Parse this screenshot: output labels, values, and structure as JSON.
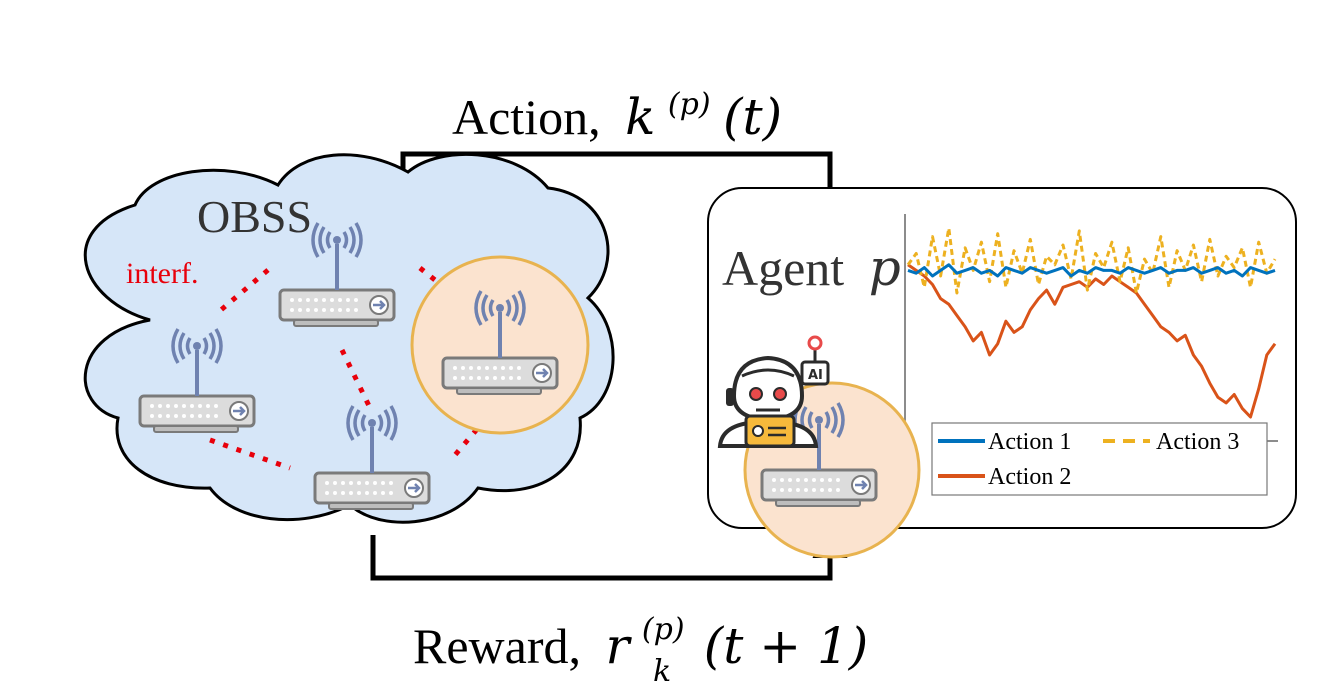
{
  "labels": {
    "action_word": "Action,",
    "action_symbol": "k",
    "action_superscript": "(p)",
    "action_argument": "(t)",
    "reward_word": "Reward,",
    "reward_symbol": "r",
    "reward_superscript": "(p)",
    "reward_subscript": "k",
    "reward_argument": "(t + 1)",
    "obss": "OBSS",
    "interference": "interf.",
    "agent_word": "Agent",
    "agent_symbol": "p",
    "robot_chip_text": "AI"
  },
  "colors": {
    "cloud_fill": "#d6e6f8",
    "cloud_stroke": "#000000",
    "agent_circle_fill": "#fbe3cf",
    "agent_circle_stroke": "#e8b34f",
    "interference": "#e8000b",
    "router_body": "#dcdcdc",
    "antenna": "#6f82b0",
    "robot_dark": "#2b2b2b",
    "robot_accent": "#f6b93b",
    "robot_red": "#e84a4a",
    "action_1": "#0072bd",
    "action_2": "#d95319",
    "action_3": "#edb120"
  },
  "chart_data": {
    "type": "line",
    "title": "",
    "xlabel": "",
    "ylabel": "",
    "axes_ticks_visible": false,
    "legend_location": "bottom-right",
    "legend_columns": 2,
    "series": [
      {
        "name": "Action 1",
        "color": "#0072bd",
        "style": "solid",
        "values": [
          0.8,
          0.79,
          0.81,
          0.78,
          0.8,
          0.82,
          0.79,
          0.8,
          0.81,
          0.79,
          0.8,
          0.78,
          0.81,
          0.8,
          0.79,
          0.81,
          0.8,
          0.79,
          0.8,
          0.81,
          0.78,
          0.8,
          0.79,
          0.81,
          0.8,
          0.8,
          0.79,
          0.81,
          0.8,
          0.79,
          0.8,
          0.81,
          0.79,
          0.8,
          0.8,
          0.81,
          0.79,
          0.8,
          0.81,
          0.79,
          0.8,
          0.78,
          0.81,
          0.8,
          0.79,
          0.8
        ]
      },
      {
        "name": "Action 2",
        "color": "#d95319",
        "style": "solid",
        "values": [
          0.82,
          0.8,
          0.78,
          0.75,
          0.7,
          0.68,
          0.64,
          0.6,
          0.55,
          0.58,
          0.5,
          0.54,
          0.62,
          0.58,
          0.6,
          0.66,
          0.7,
          0.73,
          0.68,
          0.74,
          0.75,
          0.76,
          0.74,
          0.77,
          0.75,
          0.78,
          0.76,
          0.74,
          0.72,
          0.68,
          0.64,
          0.6,
          0.58,
          0.55,
          0.57,
          0.5,
          0.46,
          0.4,
          0.35,
          0.33,
          0.36,
          0.31,
          0.28,
          0.38,
          0.5,
          0.54
        ]
      },
      {
        "name": "Action 3",
        "color": "#edb120",
        "style": "dashed",
        "values": [
          0.82,
          0.86,
          0.74,
          0.92,
          0.78,
          0.95,
          0.72,
          0.88,
          0.8,
          0.9,
          0.76,
          0.93,
          0.74,
          0.87,
          0.79,
          0.91,
          0.75,
          0.85,
          0.82,
          0.89,
          0.77,
          0.94,
          0.73,
          0.86,
          0.81,
          0.9,
          0.76,
          0.88,
          0.72,
          0.84,
          0.79,
          0.92,
          0.74,
          0.87,
          0.8,
          0.89,
          0.76,
          0.91,
          0.78,
          0.85,
          0.81,
          0.88,
          0.74,
          0.9,
          0.79,
          0.84
        ]
      }
    ]
  }
}
